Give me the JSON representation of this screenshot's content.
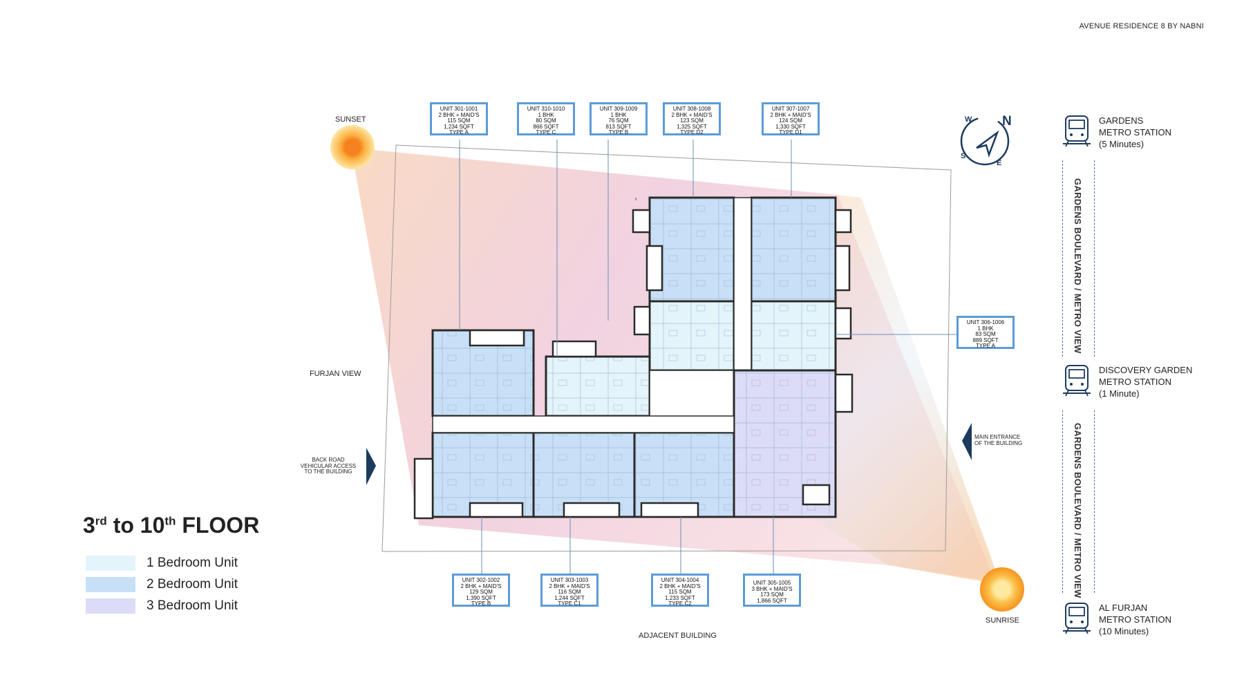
{
  "brand": "AVENUE RESIDENCE 8 BY NABNI",
  "floor": {
    "ord1": "3",
    "sup1": "rd",
    "to": " to ",
    "ord2": "10",
    "sup2": "th",
    "word": " FLOOR"
  },
  "legend": [
    {
      "label": "1 Bedroom Unit",
      "color": "#e3f4fb"
    },
    {
      "label": "2 Bedroom Unit",
      "color": "#c8e0f7"
    },
    {
      "label": "3 Bedroom Unit",
      "color": "#dcdcf7"
    }
  ],
  "labels": {
    "sunset": "SUNSET",
    "sunrise": "SUNRISE",
    "furjan_view": "FURJAN VIEW",
    "back_road": [
      "BACK ROAD",
      "VEHICULAR ACCESS",
      "TO THE BUILDING"
    ],
    "main_entrance": [
      "MAIN ENTRANCE",
      "OF THE BUILDING"
    ],
    "adjacent": "ADJACENT BUILDING"
  },
  "compass": {
    "n": "N",
    "w": "W",
    "s": "S",
    "e": "E"
  },
  "units_top": [
    [
      "UNIT 301-1001",
      "2 BHK + MAID'S",
      "115 SQM",
      "1,234 SQFT",
      "TYPE A"
    ],
    [
      "UNIT 310-1010",
      "1 BHK",
      "80 SQM",
      "866 SQFT",
      "TYPE C"
    ],
    [
      "UNIT 309-1009",
      "1 BHK",
      "76 SQM",
      "813 SQFT",
      "TYPE B"
    ],
    [
      "UNIT 308-1008",
      "2 BHK + MAID'S",
      "123 SQM",
      "1,325 SQFT",
      "TYPE D2"
    ],
    [
      "UNIT 307-1007",
      "2 BHK + MAID'S",
      "124 SQM",
      "1,330 SQFT",
      "TYPE D1"
    ]
  ],
  "unit_right": [
    "UNIT 306-1006",
    "1 BHK",
    "83 SQM",
    "889 SQFT",
    "TYPE A"
  ],
  "units_bottom": [
    [
      "UNIT 302-1002",
      "2 BHK + MAID'S",
      "129 SQM",
      "1,390 SQFT",
      "TYPE B"
    ],
    [
      "UNIT 303-1003",
      "2 BHK + MAID'S",
      "116 SQM",
      "1,244 SQFT",
      "TYPE C1"
    ],
    [
      "UNIT 304-1004",
      "2 BHK + MAID'S",
      "115 SQM",
      "1,233 SQFT",
      "TYPE C2"
    ],
    [
      "UNIT 305-1005",
      "3 BHK + MAID'S",
      "173 SQM",
      "1,866 SQFT"
    ]
  ],
  "stations": [
    {
      "lines": [
        "GARDENS",
        "METRO STATION",
        "(5 Minutes)"
      ]
    },
    {
      "lines": [
        "DISCOVERY GARDEN",
        "METRO STATION",
        "(1 Minute)"
      ]
    },
    {
      "lines": [
        "AL FURJAN",
        "METRO STATION",
        "(10 Minutes)"
      ]
    }
  ],
  "vertical_labels": [
    "GARDENS BOULEVARD / METRO VIEW",
    "GARDENS BOULEVARD / METRO VIEW"
  ],
  "colors": {
    "box_border": "#5b9bd8",
    "wall": "#2a2a2a",
    "navy": "#1d3a5f",
    "sun": "#f7931e"
  }
}
